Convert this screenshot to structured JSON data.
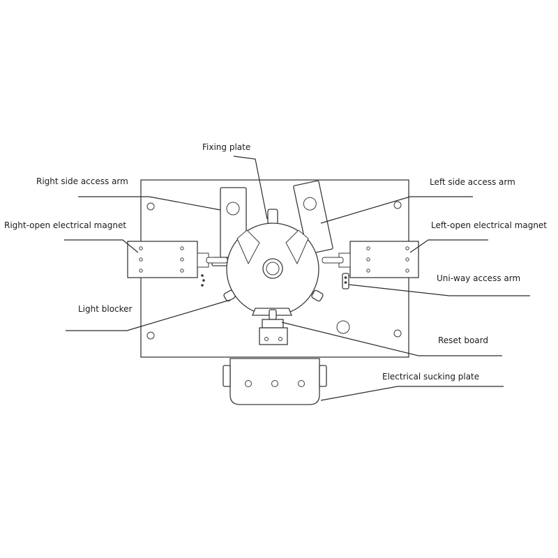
{
  "labels": {
    "fixing_plate": "Fixing plate",
    "right_side_access_arm": "Right side access arm",
    "left_side_access_arm": "Left side access arm",
    "right_open_magnet": "Right-open electrical magnet",
    "left_open_magnet": "Left-open electrical magnet",
    "uni_way_access_arm": "Uni-way access arm",
    "light_blocker": "Light blocker",
    "reset_board": "Reset board",
    "electrical_sucking_plate": "Electrical sucking plate"
  },
  "colors": {
    "line": "#2a2a2a",
    "background": "#ffffff"
  }
}
